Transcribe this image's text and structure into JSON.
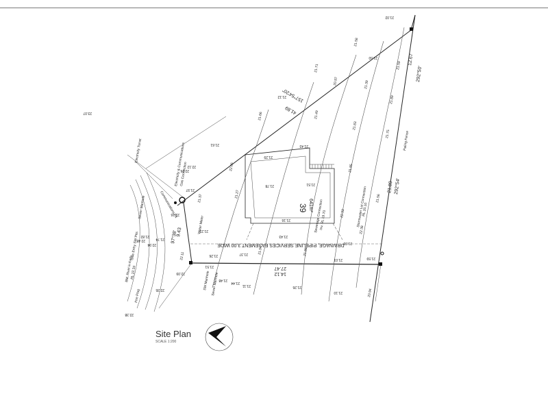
{
  "title": "Site Plan",
  "scale": "SCALE 1:200",
  "lot": {
    "number": "39",
    "area": "641m²"
  },
  "boundary": {
    "north_bearing": "157°54'20\"",
    "north_length": "41.89",
    "ne_length": "12.67",
    "ne_bearing": "292°50'",
    "east_length": "21.89",
    "east_bearing": "292°54'",
    "south_length": "27.47",
    "south_bearing": "14.12",
    "front_length": "9.43",
    "front_bearing": "97°38'"
  },
  "easement": "DRAINAGE, PIPELINE SERVICES EASEMENT 3.00 WIDE",
  "labels": {
    "paling_fence": "Paling Fence",
    "electricity_turret": "Electricity Turret",
    "elec_comms": "Electricity & Communications",
    "gas_connection": "Gas Connection",
    "communications_pit": "Communications Pit",
    "water_meter": "Water Meter",
    "sewer_manhole_1": "Sewer Manhole",
    "sewer_manhole_2": "Sewer Manhole",
    "sewerage_connection": "Sewerage Connection",
    "sewer_inv": "Inv. RL 19.70",
    "stormwater": "Stormwater Lot Connection",
    "stormwater_rl": "RL 20.10",
    "side_entry_pit": "Side Entry SW Pits",
    "bm": "BM, Rivet in Kerb",
    "bm_rl": "RL 22.34",
    "fire_plug": "Fire Plug",
    "sw_manhole": "SW Manhole"
  },
  "spot_heights": [
    "21.02",
    "21.58",
    "21.50",
    "21.71",
    "21.59",
    "21.39",
    "20.97",
    "21.12",
    "21.89",
    "21.49",
    "21.66",
    "21.83",
    "21.75",
    "21.61",
    "21.43",
    "21.29",
    "22.12",
    "22.06",
    "21.95",
    "21.78",
    "21.51",
    "21.37",
    "21.27",
    "21.16",
    "22.33",
    "22.38",
    "21.93",
    "21.94",
    "21.37",
    "21.23",
    "21.43",
    "21.26",
    "22.26",
    "21.88",
    "21.59",
    "21.01",
    "21.51",
    "22.09",
    "21.48",
    "21.44",
    "21.10",
    "21.26",
    "21.11",
    "20.94",
    "21.56",
    "22.48",
    "22.35",
    "23.07",
    "22.38",
    "22.94",
    "22.11",
    "22.16",
    "21.82",
    "21.74",
    "21.97"
  ]
}
